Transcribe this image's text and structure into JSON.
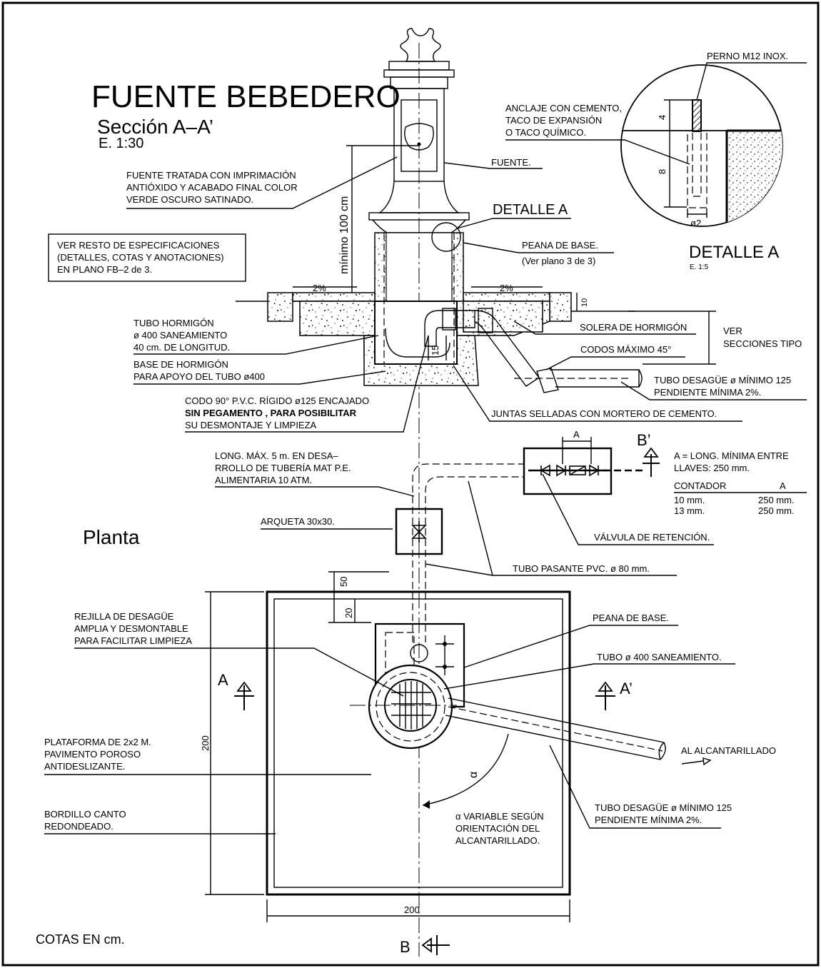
{
  "title": "FUENTE BEBEDERO",
  "section": "Sección A–A’",
  "scale": "E. 1:30",
  "notes": {
    "fuente_tratada": [
      "FUENTE TRATADA CON IMPRIMACIÓN",
      "ANTIÓXIDO Y ACABADO FINAL COLOR",
      "VERDE OSCURO SATINADO."
    ],
    "ver_resto": [
      "VER RESTO DE ESPECIFICACIONES",
      "(DETALLES, COTAS Y ANOTACIONES)",
      "EN PLANO FB–2 de 3."
    ],
    "fuente": "FUENTE.",
    "detalle_a_callout": "DETALLE A",
    "peana": [
      "PEANA DE BASE.",
      "(Ver plano 3 de 3)"
    ],
    "tubo_hormigon": [
      "TUBO HORMIGÓN",
      "ø 400 SANEAMIENTO",
      "40 cm. DE LONGITUD."
    ],
    "base_hormigon": [
      "BASE DE HORMIGÓN",
      "PARA APOYO DEL TUBO ø400"
    ],
    "codo_pvc": [
      "CODO 90° P.V.C. RÍGIDO ø125 ENCAJADO",
      "SIN PEGAMENTO , PARA POSIBILITAR",
      "SU DESMONTAJE Y LIMPIEZA"
    ],
    "solera": "SOLERA DE HORMIGÓN",
    "ver_secciones": [
      "VER",
      "SECCIONES TIPO"
    ],
    "codos_max": "CODOS MÁXIMO 45°",
    "tubo_desague_sec": [
      "TUBO DESAGÜE ø MÍNIMO 125",
      "PENDIENTE MÍNIMA 2%."
    ],
    "juntas": "JUNTAS SELLADAS CON MORTERO DE CEMENTO.",
    "long_max": [
      "LONG. MÁX. 5 m. EN DESA–",
      "RROLLO DE TUBERÍA MAT P.E.",
      "ALIMENTARIA 10 ATM."
    ],
    "llaves": [
      "A = LONG. MÍNIMA ENTRE",
      "LLAVES: 250 mm."
    ],
    "valvula": "VÁLVULA DE RETENCIÓN.",
    "arqueta": "ARQUETA 30x30.",
    "tubo_pasante": "TUBO PASANTE PVC. ø 80 mm.",
    "rejilla": [
      "REJILLA DE DESAGÜE",
      "AMPLIA Y DESMONTABLE",
      "PARA FACILITAR LIMPIEZA"
    ],
    "peana_planta": "PEANA DE BASE.",
    "tubo400": "TUBO ø 400 SANEAMIENTO.",
    "plataforma": [
      "PLATAFORMA DE 2x2 M.",
      "PAVIMENTO POROSO",
      "ANTIDESLIZANTE."
    ],
    "al_alcantarillado": "AL ALCANTARILLADO",
    "bordillo": [
      "BORDILLO CANTO",
      "REDONDEADO."
    ],
    "alpha_var": [
      "α VARIABLE SEGÚN",
      "ORIENTACIÓN DEL",
      "ALCANTARILLADO."
    ],
    "tubo_desague_pl": [
      "TUBO DESAGÜE ø MÍNIMO 125",
      "PENDIENTE MÍNIMA 2%."
    ],
    "cotas": "COTAS EN cm."
  },
  "detail": {
    "perno": "PERNO M12 INOX.",
    "anclaje": [
      "ANCLAJE CON CEMENTO,",
      "TACO DE EXPANSIÓN",
      "O TACO QUÍMICO."
    ],
    "dim4": "4",
    "dim8": "8",
    "dimphi": "ø2",
    "title": "DETALLE A",
    "scale": "E. 1:5"
  },
  "dims": {
    "minimo100": "mínimo 100 cm",
    "slope_left": "2%",
    "slope_right": "2%",
    "d10": "10",
    "d15": "15",
    "d50": "50",
    "d20": "20",
    "d200v": "200",
    "d200h": "200",
    "dimA": "A",
    "alpha": "α"
  },
  "table": {
    "headers": [
      "CONTADOR",
      "A"
    ],
    "rows": [
      [
        "10 mm.",
        "250 mm."
      ],
      [
        "13 mm.",
        "250 mm."
      ]
    ]
  },
  "plan_title": "Planta",
  "section_marks": {
    "a": "A",
    "a2": "A’",
    "b": "B",
    "b2": "B’"
  }
}
